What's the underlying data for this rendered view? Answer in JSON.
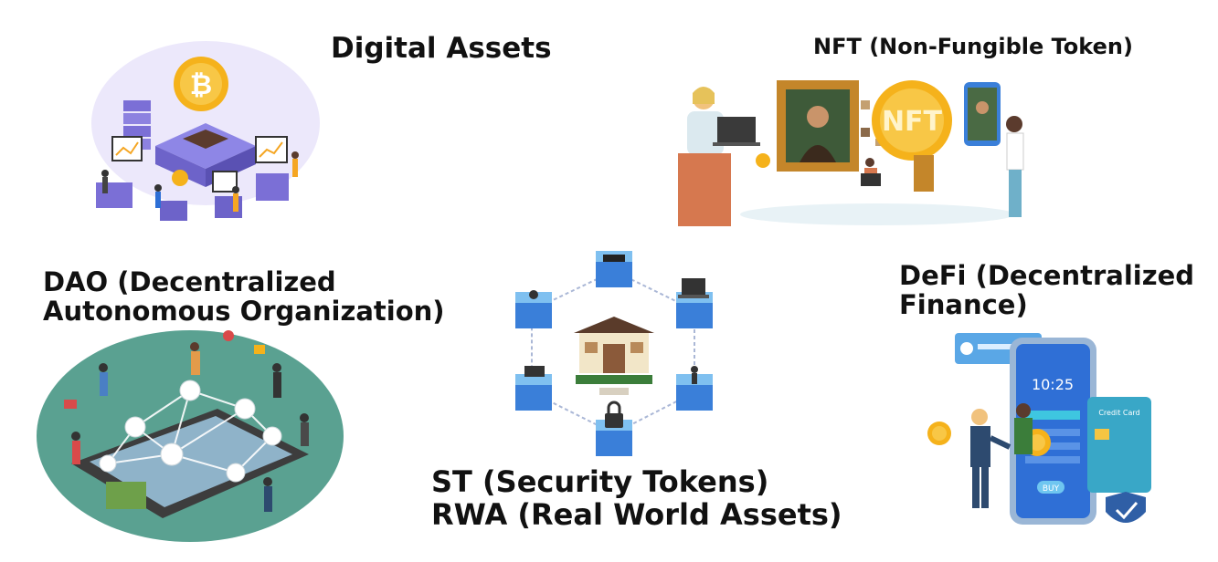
{
  "sections": {
    "digital_assets": {
      "title": "Digital Assets"
    },
    "nft": {
      "title": "NFT (Non-Fungible Token)",
      "coin_text": "NFT"
    },
    "dao": {
      "title_line1": "DAO (Decentralized",
      "title_line2": "Autonomous Organization)"
    },
    "st_rwa": {
      "line1": "ST (Security Tokens)",
      "line2": "RWA (Real World Assets)"
    },
    "defi": {
      "title_line1": "DeFi (Decentralized",
      "title_line2": "Finance)",
      "phone_time": "10:25",
      "card_text": "Credit Card",
      "buy_label": "BUY"
    }
  },
  "colors": {
    "coin": "#f5b21b",
    "purple": "#7b6fd6",
    "dao_bg": "#5aa191",
    "tablet": "#3d3d3d",
    "cube": "#3a7fd9",
    "phone": "#2f6fd6",
    "card": "#39a7c7"
  },
  "icons": [
    "bitcoin-icon",
    "nft-coin-icon",
    "user-node-icon",
    "lock-icon",
    "laptop-icon",
    "shield-check-icon",
    "credit-card-icon"
  ]
}
